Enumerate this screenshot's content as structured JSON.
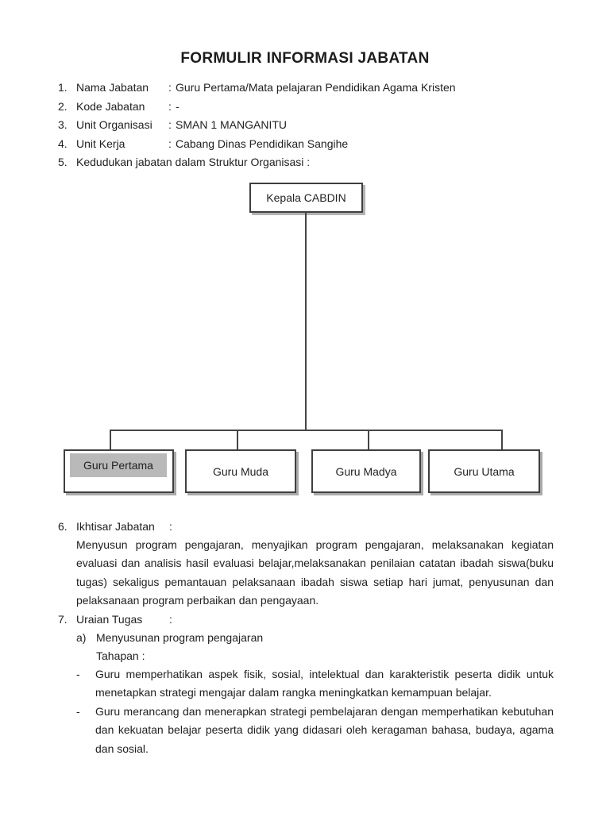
{
  "document": {
    "title": "FORMULIR INFORMASI JABATAN"
  },
  "fields": [
    {
      "no": "1.",
      "label": "Nama Jabatan",
      "colon": ":",
      "value": "Guru Pertama/Mata pelajaran Pendidikan Agama Kristen"
    },
    {
      "no": "2.",
      "label": "Kode Jabatan",
      "colon": ":",
      "value": "-"
    },
    {
      "no": "3.",
      "label": "Unit Organisasi",
      "colon": ":",
      "value": "SMAN 1 MANGANITU"
    },
    {
      "no": "4.",
      "label": "Unit Kerja",
      "colon": ":",
      "value": "Cabang Dinas Pendidikan Sangihe"
    },
    {
      "no": "5.",
      "label": "Kedudukan jabatan dalam Struktur Organisasi :",
      "colon": "",
      "value": ""
    }
  ],
  "org_chart": {
    "root_label": "Kepala CABDIN",
    "children": [
      {
        "label": "Guru Pertama",
        "highlighted": true
      },
      {
        "label": "Guru Muda",
        "highlighted": false
      },
      {
        "label": "Guru Madya",
        "highlighted": false
      },
      {
        "label": "Guru Utama",
        "highlighted": false
      }
    ],
    "highlight_color": "#b9b9b9",
    "line_color": "#454545"
  },
  "ikhtisar": {
    "no": "6.",
    "label": "Ikhtisar Jabatan",
    "colon": ":",
    "body": "Menyusun program pengajaran, menyajikan program pengajaran, melaksanakan kegiatan evaluasi dan analisis hasil evaluasi belajar,melaksanakan penilaian catatan ibadah siswa(buku tugas) sekaligus pemantauan pelaksanaan ibadah siswa setiap hari jumat, penyusunan dan pelaksanaan program perbaikan dan pengayaan."
  },
  "uraian": {
    "no": "7.",
    "label": "Uraian Tugas",
    "colon": ":",
    "item_a_marker": "a)",
    "item_a_text": "Menyusunan program pengajaran",
    "tahapan_label": "Tahapan :",
    "bullets": [
      {
        "marker": "-",
        "text": "Guru memperhatikan aspek fisik, sosial, intelektual dan karakteristik peserta didik untuk menetapkan strategi mengajar dalam rangka meningkatkan kemampuan belajar."
      },
      {
        "marker": "-",
        "text": "Guru merancang dan menerapkan strategi pembelajaran dengan memperhatikan kebutuhan dan kekuatan belajar peserta didik yang didasari oleh keragaman bahasa, budaya, agama dan sosial."
      }
    ]
  }
}
